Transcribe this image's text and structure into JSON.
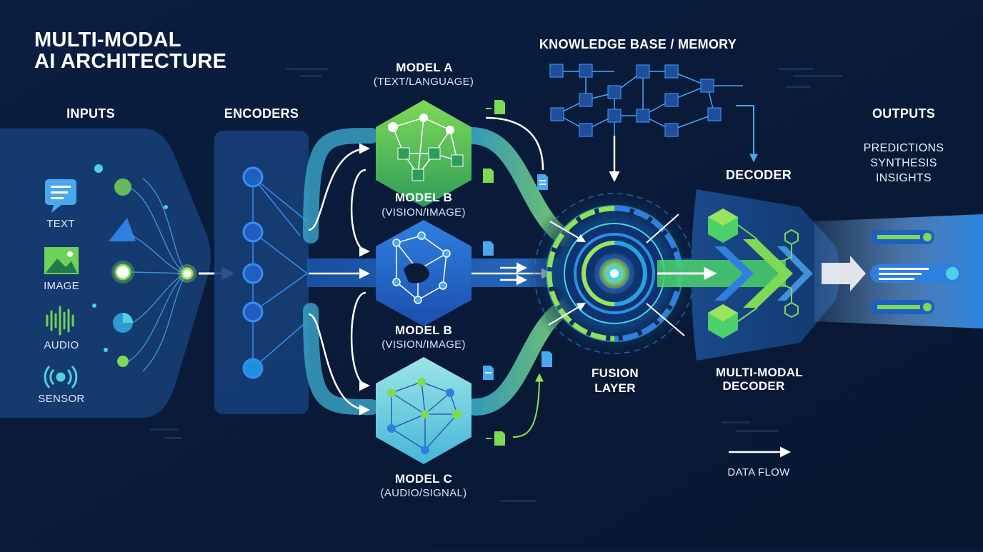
{
  "title": {
    "line1": "MULTI-MODAL",
    "line2": "AI ARCHITECTURE"
  },
  "sections": {
    "inputs": "INPUTS",
    "encoders": "ENCODERS",
    "knowledge": "KNOWLEDGE BASE / MEMORY",
    "decoder": "DECODER",
    "outputs": "OUTPUTS",
    "fusion_line1": "FUSION",
    "fusion_line2": "LAYER",
    "mm_decoder_line1": "MULTI-MODAL",
    "mm_decoder_line2": "DECODER"
  },
  "inputs": [
    {
      "label": "TEXT",
      "icon": "text-bubble-icon"
    },
    {
      "label": "IMAGE",
      "icon": "image-icon"
    },
    {
      "label": "AUDIO",
      "icon": "audio-waveform-icon"
    },
    {
      "label": "SENSOR",
      "icon": "sensor-signal-icon"
    }
  ],
  "models": [
    {
      "name": "MODEL A",
      "sub": "(TEXT/LANGUAGE)"
    },
    {
      "name": "MODEL B",
      "sub": "(VISION/IMAGE)"
    },
    {
      "name": "MODEL B",
      "sub": "(VISION/IMAGE)"
    },
    {
      "name": "MODEL C",
      "sub": "(AUDIO/SIGNAL)"
    }
  ],
  "outputs": [
    "PREDICTIONS",
    "SYNTHESIS",
    "INSIGHTS"
  ],
  "legend": {
    "label": "DATA FLOW"
  },
  "colors": {
    "background": "#0a1b38",
    "panel": "#163f78",
    "blue": "#2f7fe0",
    "green": "#7ed957",
    "cyan": "#4fd1e0",
    "text": "#ffffff"
  }
}
